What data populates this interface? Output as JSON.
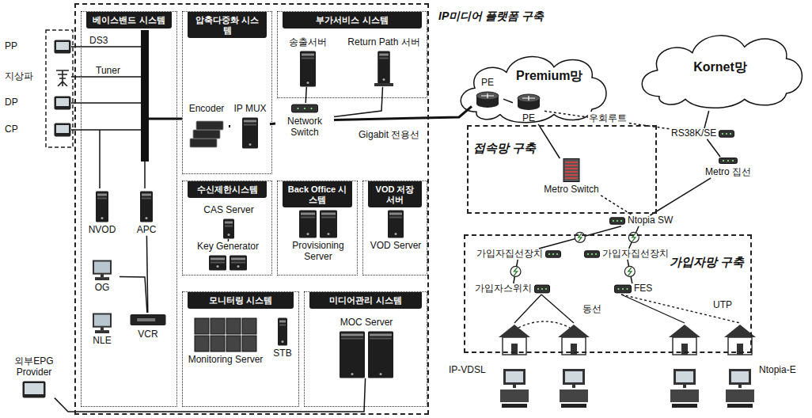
{
  "diagram": {
    "nodes": [
      {
        "text": [
          "IP미디어 플랫폼 구축"
        ]
      },
      {
        "text": [
          "PP"
        ]
      },
      {
        "text": [
          "지상파"
        ]
      },
      {
        "text": [
          "DP"
        ]
      },
      {
        "text": [
          "CP"
        ]
      },
      {
        "text": [
          "베이스밴드 시스템"
        ],
        "in": 0
      },
      {
        "text": [
          "NVOD"
        ],
        "in": 5
      },
      {
        "text": [
          "APC"
        ],
        "in": 5
      },
      {
        "text": [
          "OG"
        ],
        "in": 5
      },
      {
        "text": [
          "NLE"
        ],
        "in": 5
      },
      {
        "text": [
          "VCR"
        ],
        "in": 5
      },
      {
        "text": [
          "압축다중화 시스템"
        ],
        "in": 0
      },
      {
        "text": [
          "Encoder"
        ],
        "in": 11
      },
      {
        "text": [
          "IP MUX"
        ],
        "in": 11
      },
      {
        "text": [
          "부가서비스 시스템"
        ],
        "in": 0
      },
      {
        "text": [
          "송출서버"
        ],
        "in": 14
      },
      {
        "text": [
          "Return Path 서버"
        ],
        "in": 14
      },
      {
        "text": [
          "Network Switch"
        ],
        "in": 0
      },
      {
        "text": [
          "수신제한시스템"
        ],
        "in": 0
      },
      {
        "text": [
          "CAS Server"
        ],
        "in": 18
      },
      {
        "text": [
          "Key Generator"
        ],
        "in": 18
      },
      {
        "text": [
          "Back Office 시스템"
        ],
        "in": 0
      },
      {
        "text": [
          "Provisioning Server"
        ],
        "in": 21
      },
      {
        "text": [
          "VOD 저장서버"
        ],
        "in": 0
      },
      {
        "text": [
          "VOD Server"
        ],
        "in": 23
      },
      {
        "text": [
          "모니터링 시스템"
        ],
        "in": 0
      },
      {
        "text": [
          "Monitoring Server"
        ],
        "in": 25
      },
      {
        "text": [
          "STB"
        ],
        "in": 25
      },
      {
        "text": [
          "미디어관리 시스템"
        ],
        "in": 0
      },
      {
        "text": [
          "MOC Server"
        ],
        "in": 28
      },
      {
        "text": [
          "외부EPG Provider"
        ]
      },
      {
        "text": [
          "Premium망"
        ]
      },
      {
        "text": [
          "PE"
        ],
        "in": 31
      },
      {
        "text": [
          "PE"
        ],
        "in": 31
      },
      {
        "text": [
          "Kornet망"
        ]
      },
      {
        "text": [
          "접속망 구축"
        ]
      },
      {
        "text": [
          "Metro Switch"
        ],
        "in": 35
      },
      {
        "text": [
          "RS38K/SE"
        ]
      },
      {
        "text": [
          "Metro 집선"
        ]
      },
      {
        "text": [
          "Ntopia SW"
        ]
      },
      {
        "text": [
          "가입자망 구축"
        ]
      },
      {
        "text": [
          "가입자집선장치"
        ],
        "in": 40
      },
      {
        "text": [
          "가입자집선장치"
        ],
        "in": 40
      },
      {
        "text": [
          "가입자스위치"
        ],
        "in": 40
      },
      {
        "text": [
          "FES"
        ],
        "in": 40
      }
    ],
    "edges": [
      {
        "from": 12,
        "to": 13,
        "arrow": "none"
      },
      {
        "from": 13,
        "to": 17,
        "arrow": "none"
      },
      {
        "from": 17,
        "to": 32,
        "arrow": "none"
      },
      {
        "from": 15,
        "to": 17,
        "arrow": "none"
      },
      {
        "from": 16,
        "to": 17,
        "arrow": "none"
      },
      {
        "from": 32,
        "to": 33,
        "arrow": "none"
      },
      {
        "from": 33,
        "to": 36,
        "arrow": "none"
      },
      {
        "from": 33,
        "to": 37,
        "label": "우회루트",
        "arrow": "none"
      },
      {
        "from": 34,
        "to": 37,
        "arrow": "none"
      },
      {
        "from": 37,
        "to": 38,
        "arrow": "none"
      },
      {
        "from": 38,
        "to": 39,
        "arrow": "none"
      },
      {
        "from": 36,
        "to": 39,
        "arrow": "none"
      },
      {
        "from": 39,
        "to": 41,
        "arrow": "none"
      },
      {
        "from": 39,
        "to": 42,
        "arrow": "none"
      },
      {
        "from": 41,
        "to": 43,
        "arrow": "none"
      },
      {
        "from": 42,
        "to": 44,
        "arrow": "none"
      },
      {
        "from": 20,
        "to": 19,
        "arrow": "none"
      },
      {
        "from": 30,
        "to": 29,
        "arrow": "none"
      },
      {
        "from": 7,
        "to": 10,
        "arrow": "none"
      },
      {
        "from": 8,
        "to": 10,
        "arrow": "none"
      }
    ],
    "labels": [
      "DS3",
      "Tuner",
      "Gigabit 전용선",
      "동선",
      "UTP",
      "IP-VDSL",
      "Ntopia-E"
    ]
  }
}
